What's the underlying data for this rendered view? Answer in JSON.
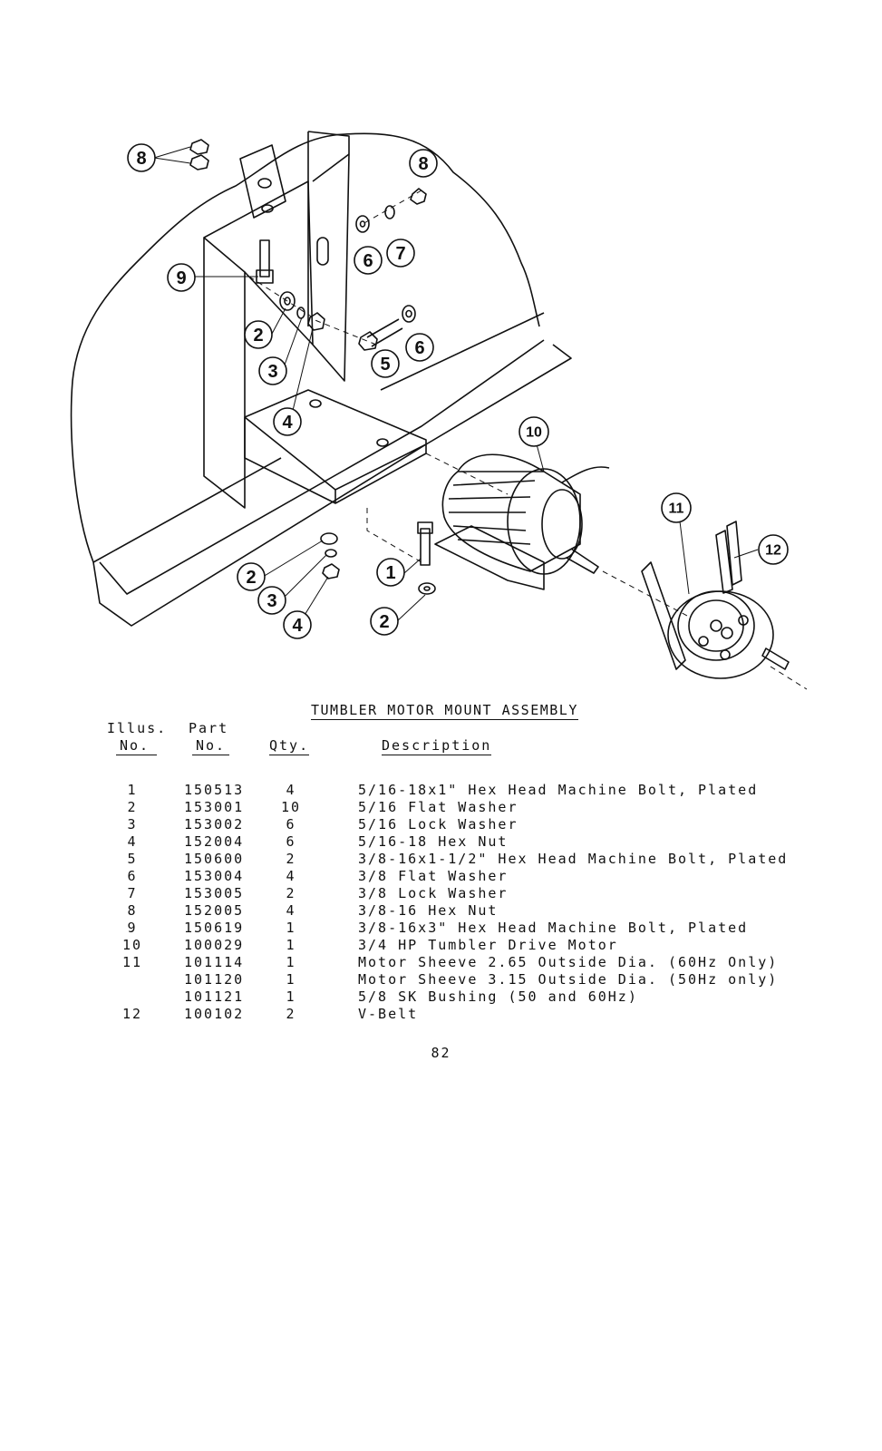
{
  "title": "TUMBLER MOTOR MOUNT ASSEMBLY",
  "headers": {
    "illus_line1": "Illus.",
    "illus_line2": "No.",
    "part_line1": "Part",
    "part_line2": "No.",
    "qty": "Qty.",
    "description": "Description"
  },
  "callouts": [
    "1",
    "2",
    "3",
    "4",
    "5",
    "6",
    "7",
    "8",
    "9",
    "10",
    "11",
    "12"
  ],
  "parts": [
    {
      "illus": "1",
      "part": "150513",
      "qty": "4",
      "desc": "5/16-18x1\" Hex Head Machine Bolt, Plated"
    },
    {
      "illus": "2",
      "part": "153001",
      "qty": "10",
      "desc": "5/16 Flat Washer"
    },
    {
      "illus": "3",
      "part": "153002",
      "qty": "6",
      "desc": "5/16 Lock Washer"
    },
    {
      "illus": "4",
      "part": "152004",
      "qty": "6",
      "desc": "5/16-18 Hex Nut"
    },
    {
      "illus": "5",
      "part": "150600",
      "qty": "2",
      "desc": "3/8-16x1-1/2\" Hex Head Machine Bolt, Plated"
    },
    {
      "illus": "6",
      "part": "153004",
      "qty": "4",
      "desc": "3/8 Flat Washer"
    },
    {
      "illus": "7",
      "part": "153005",
      "qty": "2",
      "desc": "3/8 Lock Washer"
    },
    {
      "illus": "8",
      "part": "152005",
      "qty": "4",
      "desc": "3/8-16 Hex Nut"
    },
    {
      "illus": "9",
      "part": "150619",
      "qty": "1",
      "desc": "3/8-16x3\" Hex Head Machine Bolt, Plated"
    },
    {
      "illus": "10",
      "part": "100029",
      "qty": "1",
      "desc": "3/4 HP Tumbler Drive Motor"
    },
    {
      "illus": "11",
      "part": "101114",
      "qty": "1",
      "desc": "Motor Sheeve 2.65 Outside Dia. (60Hz Only)"
    },
    {
      "illus": "",
      "part": "101120",
      "qty": "1",
      "desc": "Motor Sheeve 3.15 Outside Dia. (50Hz only)"
    },
    {
      "illus": "",
      "part": "101121",
      "qty": "1",
      "desc": "5/8 SK Bushing (50 and 60Hz)"
    },
    {
      "illus": "12",
      "part": "100102",
      "qty": "2",
      "desc": "V-Belt"
    }
  ],
  "page_number": "82"
}
